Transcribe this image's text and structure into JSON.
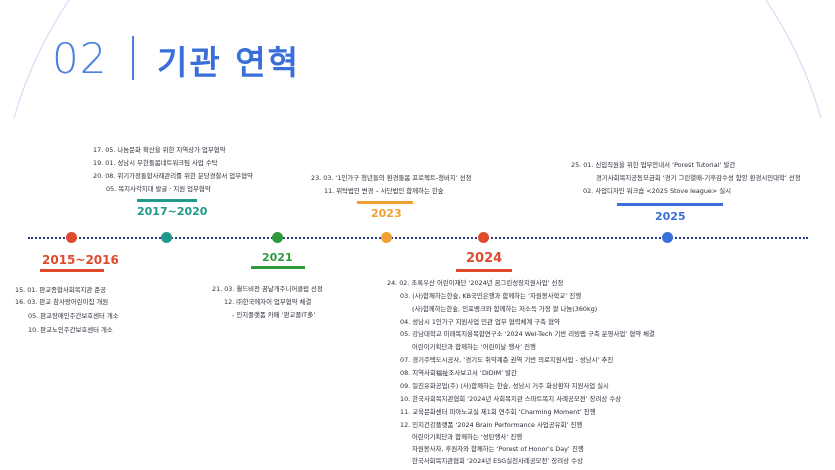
{
  "header": {
    "section_number": "02",
    "section_title": "기관 연혁"
  },
  "colors": {
    "accent_blue": "#3b6fd8",
    "red": "#e04a2c",
    "teal": "#1f9a8a",
    "green": "#2e9a3c",
    "orange": "#f0a030",
    "navy": "#2d3a8c"
  },
  "timeline": [
    {
      "year": "2015~2016",
      "events": [
        "15. 01. 판교종합사회복지관 준공",
        "16. 03. 판교 참사랑어린이집 개원",
        "05. 판교장애인주간보호센터 개소",
        "10. 판교노인주간보호센터 개소"
      ]
    },
    {
      "year": "2017~2020",
      "events": [
        "17. 05. 나눔문화 확산을 위한 지역상가 업무협약",
        "19. 01. 성남시 무한돌봄네트워크팀 사업 수탁",
        "20. 08. 위기가정통합사례관리를 위한 분당경찰서 업무협약",
        "05. 복지사각지대 발굴 · 지원 업무협약"
      ]
    },
    {
      "year": "2021",
      "events": [
        "21. 03. 월드비전 꿈날개주니어클럽 선정",
        "12. ㈜한국에자이 업무협약 체결",
        "- 인지플랫폼 카페 ‘판교플IT多’"
      ]
    },
    {
      "year": "2023",
      "events": [
        "23. 03. ‘1인가구 청년들의 환경돌봄 프로젝트-청바지’ 선정",
        "11. 위탁법인 변경 – 사단법인 함께하는 한숲"
      ]
    },
    {
      "year": "2024",
      "events": [
        "24. 02. 초록우산 어린이재단 ‘2024년 꿈그린성장지원사업’ 선정",
        "03. (사)함께하는한숲, KB국민은행과 함께하는 ‘자원봉사학교’ 진행",
        "(사)함께하는한숲, 인포뱅크와 함께하는 저소득 가정 쌀 나눔(360kg)",
        "04. 성남시 1인가구 지원사업 민관 업무 협력체계 구축 협약",
        "05. 강남대학교 미래복지융복합연구소 ‘2024 Wel-Tech 기반 리빙랩 구축 운영사업’ 협약 체결",
        "어린이기획단과 함께하는 ‘어린이날 행사’ 진행",
        "07. 경기주택도시공사, ‘경기도 취약계층 권역 기반 의료지원사업 - 성남시’ 추진",
        "08. 지역사회福祉조사보고서 ‘DIDIM’ 발간",
        "09. 일진유화공업(주) (사)함께하는 한숲, 성남시 거주 화상환자 지원사업 실시",
        "10. 한국사회복지관협회 ‘2024년 사회복지관 스마트복지 사례공모전’ 장려상 수상",
        "11. 교육문화센터 피아노교실 제1회 연주회 ‘Charming Moment’ 진행",
        "12. 인지건강플랫폼 ‘2024 Brain Performance 사업공유회’ 진행",
        "어린이기획단과 함께하는 ‘성탄행사’ 진행",
        "자원봉사자, 후원자와 함께하는 ‘Porest of Honor’s Day’ 진행",
        "한국사회복지관협회 ‘2024년 ESG실천사례공모전’ 장려상 수상"
      ]
    },
    {
      "year": "2025",
      "events": [
        "25. 01. 신입직원을 위한 업무안내서 ‘Porest Tutorial’ 발간",
        "경기사회복지공동모금회 ‘경기 그린열매-기후감수성 함양 환경시민대학’ 선정",
        "02. 사업디자인 워크숍 <2025 Stove league> 실시"
      ]
    }
  ]
}
